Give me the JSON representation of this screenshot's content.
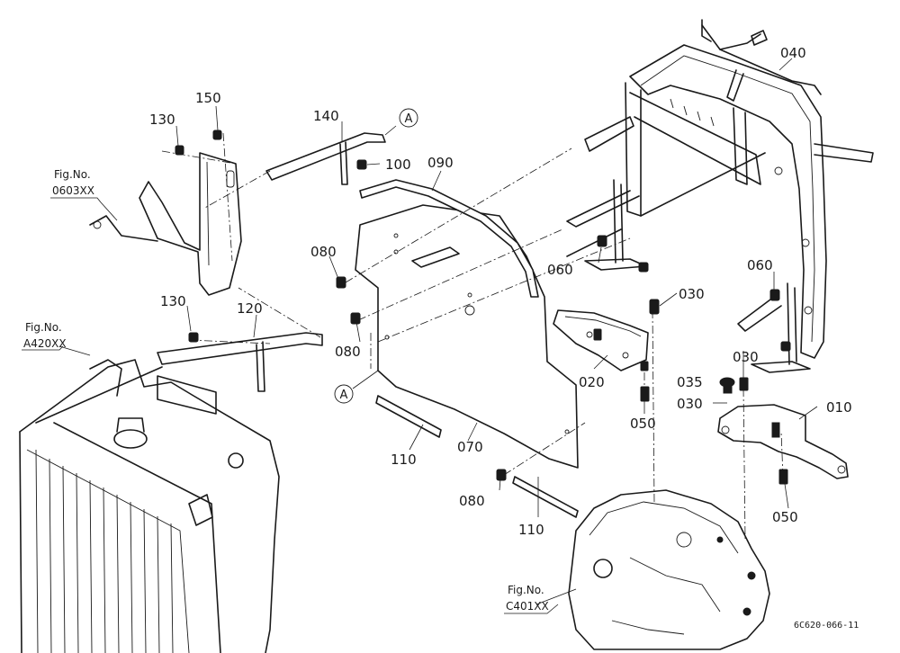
{
  "drawing": {
    "number": "6C620-066-11",
    "callouts": [
      {
        "id": "c010",
        "text": "010"
      },
      {
        "id": "c020",
        "text": "020"
      },
      {
        "id": "c030a",
        "text": "030"
      },
      {
        "id": "c030b",
        "text": "030"
      },
      {
        "id": "c030c",
        "text": "030"
      },
      {
        "id": "c035",
        "text": "035"
      },
      {
        "id": "c040",
        "text": "040"
      },
      {
        "id": "c050a",
        "text": "050"
      },
      {
        "id": "c050b",
        "text": "050"
      },
      {
        "id": "c060a",
        "text": "060"
      },
      {
        "id": "c060b",
        "text": "060"
      },
      {
        "id": "c070",
        "text": "070"
      },
      {
        "id": "c080a",
        "text": "080"
      },
      {
        "id": "c080b",
        "text": "080"
      },
      {
        "id": "c080c",
        "text": "080"
      },
      {
        "id": "c090",
        "text": "090"
      },
      {
        "id": "c100",
        "text": "100"
      },
      {
        "id": "c110a",
        "text": "110"
      },
      {
        "id": "c110b",
        "text": "110"
      },
      {
        "id": "c120",
        "text": "120"
      },
      {
        "id": "c130a",
        "text": "130"
      },
      {
        "id": "c130b",
        "text": "130"
      },
      {
        "id": "c140",
        "text": "140"
      },
      {
        "id": "c150",
        "text": "150"
      }
    ],
    "references": [
      {
        "id": "fig1",
        "line1": "Fig.No.",
        "line2": "0603XX"
      },
      {
        "id": "fig2",
        "line1": "Fig.No.",
        "line2": "A420XX"
      },
      {
        "id": "fig3",
        "line1": "Fig.No.",
        "line2": "C401XX"
      }
    ],
    "connection_marker": "A"
  }
}
